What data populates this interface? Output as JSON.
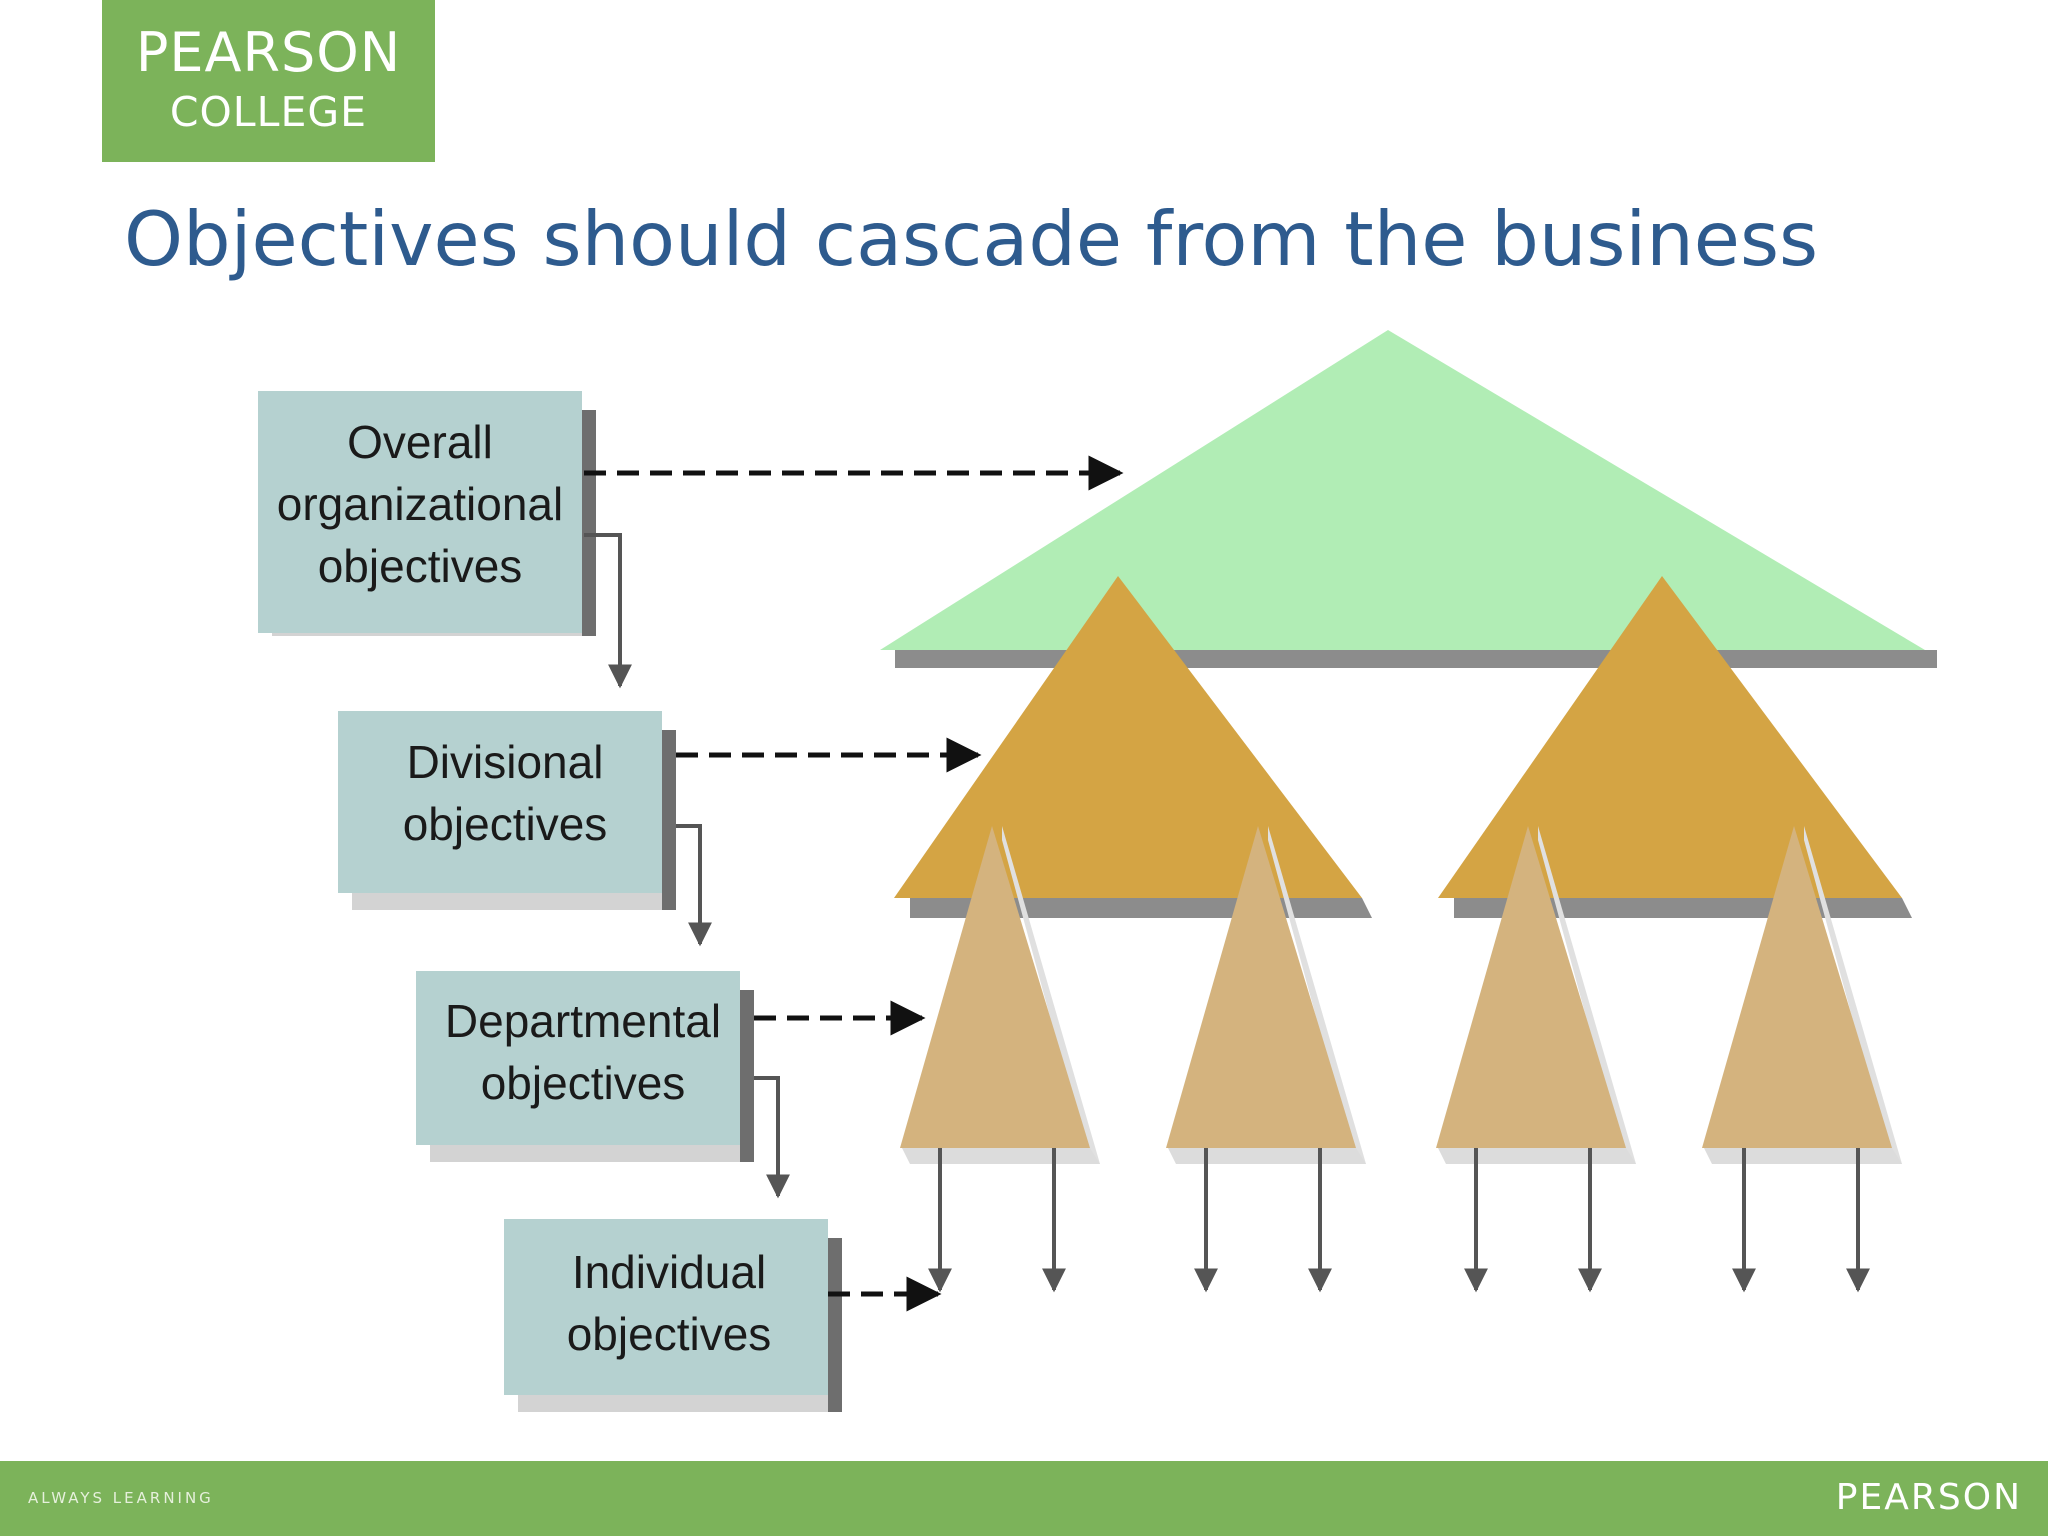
{
  "logo": {
    "line1": "PEARSON",
    "line2": "COLLEGE"
  },
  "slide": {
    "title": "Objectives should cascade from the business"
  },
  "diagram": {
    "levels": [
      {
        "lines": [
          "Overall",
          "organizational",
          "objectives"
        ]
      },
      {
        "lines": [
          "Divisional",
          "objectives"
        ]
      },
      {
        "lines": [
          "Departmental",
          "objectives"
        ]
      },
      {
        "lines": [
          "Individual",
          "objectives"
        ]
      }
    ]
  },
  "footer": {
    "tagline": "ALWAYS LEARNING",
    "brand": "PEARSON"
  },
  "colors": {
    "brand_green": "#7cb35a",
    "title_blue": "#2e5b8e",
    "box_fill": "#b5d1d0",
    "org_triangle": "#b1edb5",
    "division_triangle": "#d4a444",
    "department_triangle": "#d4b37e",
    "shadow_gray": "#8c8c8c"
  }
}
